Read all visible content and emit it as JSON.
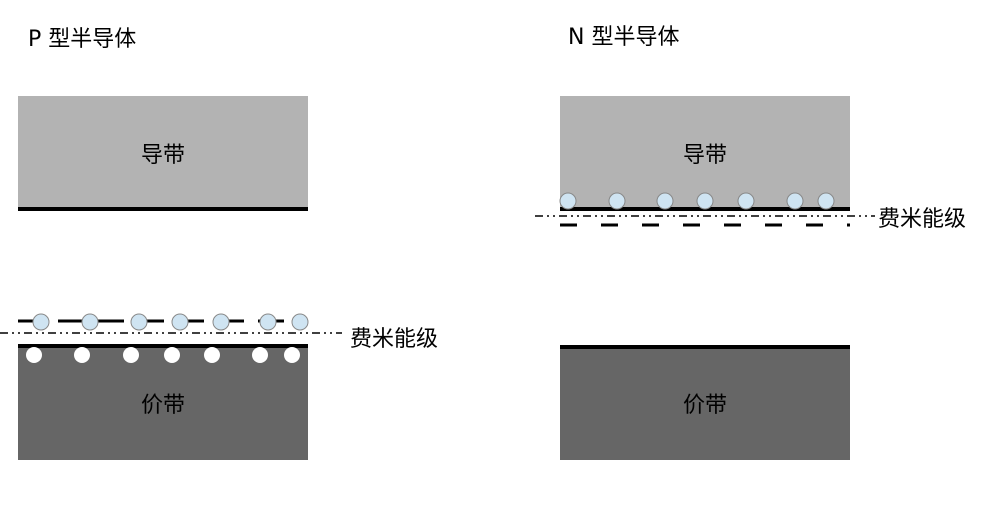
{
  "p_type": {
    "title": "P 型半导体",
    "conduction_band": "导带",
    "valence_band": "价带",
    "fermi_label": "费米能级"
  },
  "n_type": {
    "title": "N 型半导体",
    "conduction_band": "导带",
    "valence_band": "价带",
    "fermi_label": "费米能级"
  },
  "colors": {
    "conduction_band": "#b3b3b3",
    "valence_band": "#666666",
    "carrier": "#cfe4f2",
    "hole": "#ffffff"
  }
}
